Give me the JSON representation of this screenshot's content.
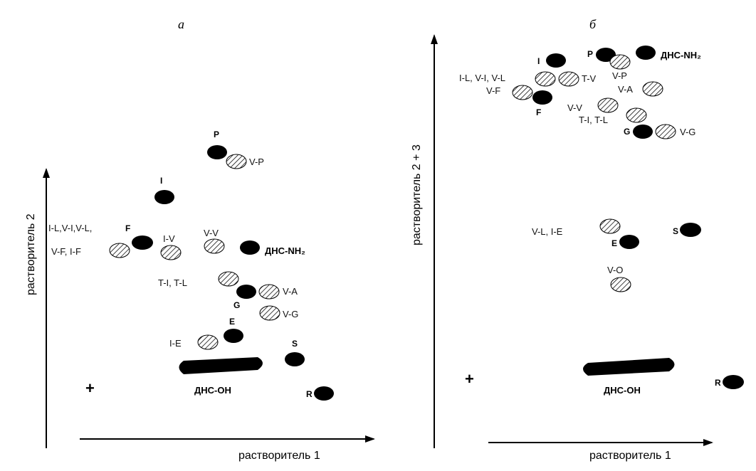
{
  "panels": [
    {
      "title": "а",
      "x_axis_label": "растворитель 1",
      "y_axis_label": "растворитель 2",
      "origin_mark": "+",
      "spots": [
        {
          "label": "P",
          "fill": "black",
          "label_style": "bold"
        },
        {
          "label": "V-P",
          "fill": "hatched"
        },
        {
          "label": "I",
          "fill": "black",
          "label_style": "bold"
        },
        {
          "label": "I-L,V-I,V-L,",
          "fill": "none"
        },
        {
          "label": "F",
          "fill": "black",
          "label_style": "bold"
        },
        {
          "label": "V-F, I-F",
          "fill": "hatched"
        },
        {
          "label": "I-V",
          "fill": "hatched"
        },
        {
          "label": "V-V",
          "fill": "hatched"
        },
        {
          "label": "ДНС-NH₂",
          "fill": "black",
          "label_style": "bold"
        },
        {
          "label": "T-I, T-L",
          "fill": "hatched"
        },
        {
          "label": "V-A",
          "fill": "hatched"
        },
        {
          "label": "G",
          "fill": "black",
          "label_style": "bold"
        },
        {
          "label": "V-G",
          "fill": "hatched"
        },
        {
          "label": "E",
          "fill": "black",
          "label_style": "bold"
        },
        {
          "label": "I-E",
          "fill": "hatched"
        },
        {
          "label": "S",
          "fill": "black",
          "label_style": "bold"
        },
        {
          "label": "ДНС-OH",
          "fill": "black",
          "label_style": "bold"
        },
        {
          "label": "R",
          "fill": "black",
          "label_style": "bold"
        }
      ]
    },
    {
      "title": "б",
      "x_axis_label": "растворитель 1",
      "y_axis_label": "растворитель 2 + 3",
      "origin_mark": "+",
      "spots": [
        {
          "label": "I",
          "fill": "black",
          "label_style": "bold"
        },
        {
          "label": "P",
          "fill": "black",
          "label_style": "bold"
        },
        {
          "label": "ДНС-NH₂",
          "fill": "black",
          "label_style": "bold"
        },
        {
          "label": "V-P",
          "fill": "hatched"
        },
        {
          "label": "I-L, V-I, V-L",
          "fill": "hatched"
        },
        {
          "label": "T-V",
          "fill": "hatched"
        },
        {
          "label": "V-F",
          "fill": "hatched"
        },
        {
          "label": "V-A",
          "fill": "hatched"
        },
        {
          "label": "F",
          "fill": "black",
          "label_style": "bold"
        },
        {
          "label": "V-V",
          "fill": "hatched"
        },
        {
          "label": "T-I, T-L",
          "fill": "hatched"
        },
        {
          "label": "G",
          "fill": "black",
          "label_style": "bold"
        },
        {
          "label": "V-G",
          "fill": "hatched"
        },
        {
          "label": "V-L, I-E",
          "fill": "hatched"
        },
        {
          "label": "S",
          "fill": "black",
          "label_style": "bold"
        },
        {
          "label": "E",
          "fill": "black",
          "label_style": "bold"
        },
        {
          "label": "V-O",
          "fill": "hatched"
        },
        {
          "label": "ДНС-OH",
          "fill": "black",
          "label_style": "bold"
        },
        {
          "label": "R",
          "fill": "black",
          "label_style": "bold"
        }
      ]
    }
  ]
}
